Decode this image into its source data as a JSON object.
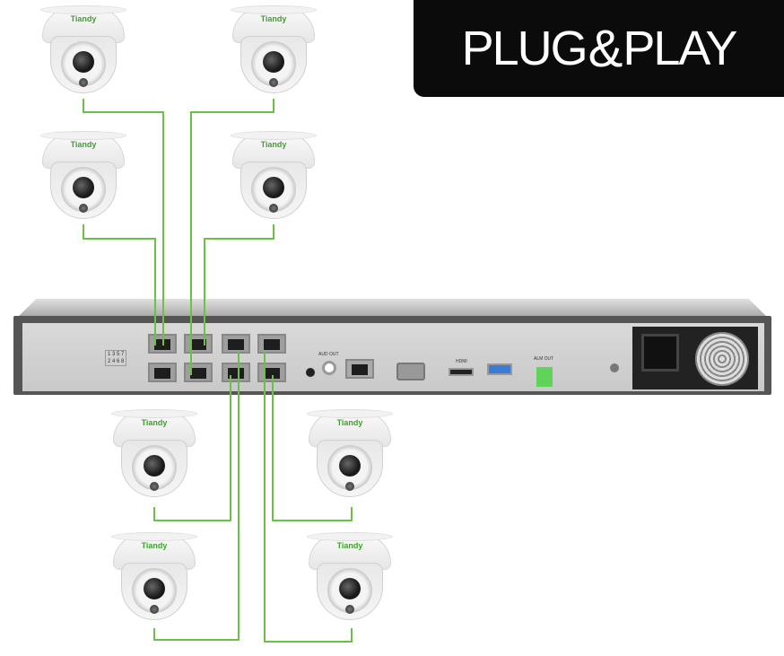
{
  "badge": {
    "left": "PLUG",
    "amp": "&",
    "right": "PLAY"
  },
  "camera_brand": "Tiandy",
  "nvr": {
    "port_map": [
      "1 3 5 7",
      "2 4 6 8"
    ],
    "labels": {
      "audio_out": "AUD OUT",
      "hdmi": "HDMI",
      "alarm_out": "ALM OUT"
    }
  },
  "colors": {
    "wire": "#6cc04a",
    "brand": "#3ea12b",
    "badge_bg": "#0b0b0b"
  }
}
